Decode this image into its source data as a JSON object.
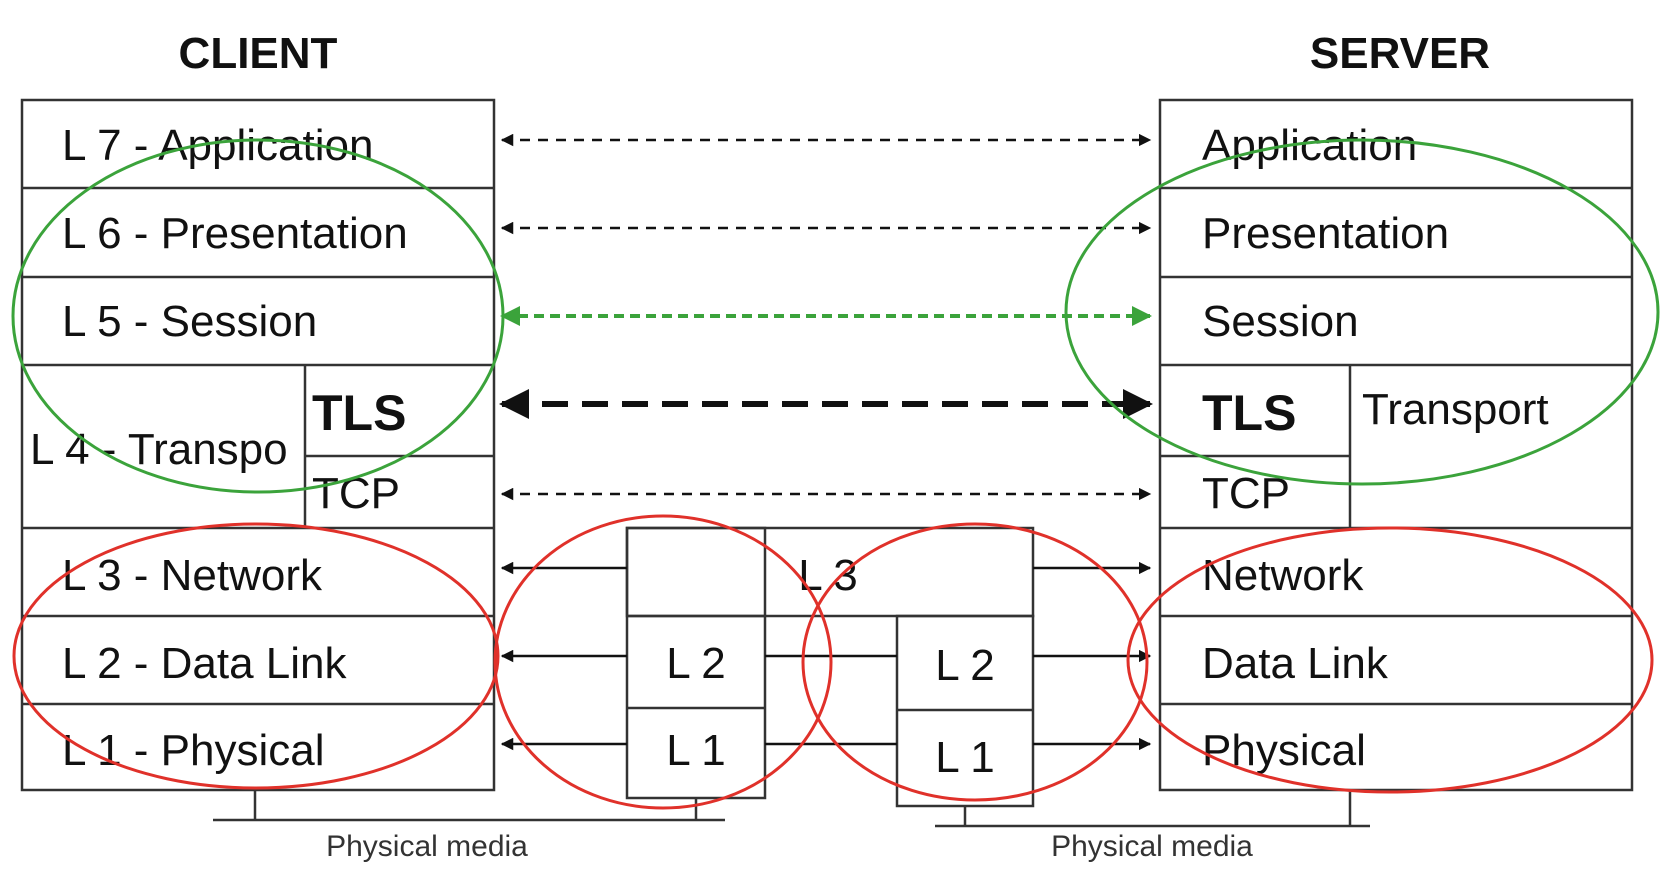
{
  "client": {
    "title": "CLIENT",
    "layers": {
      "l7": "L 7 - Application",
      "l6": "L 6 - Presentation",
      "l5": "L 5 - Session",
      "l4": "L 4 - Transpo",
      "tls": "TLS",
      "tcp": "TCP",
      "l3": "L 3 - Network",
      "l2": "L 2 - Data Link",
      "l1": "L 1 - Physical"
    }
  },
  "server": {
    "title": "SERVER",
    "layers": {
      "application": "Application",
      "presentation": "Presentation",
      "session": "Session",
      "tls": "TLS",
      "transport": "Transport",
      "tcp": "TCP",
      "network": "Network",
      "datalink": "Data Link",
      "physical": "Physical"
    }
  },
  "routers": {
    "l3": "L 3",
    "router1": {
      "l2": "L 2",
      "l1": "L 1"
    },
    "router2": {
      "l2": "L 2",
      "l1": "L 1"
    }
  },
  "media": {
    "left": "Physical media",
    "right": "Physical media"
  },
  "colors": {
    "line": "#333333",
    "green": "#3ba33b",
    "red": "#e0312a",
    "dashed_arrow": "#111111"
  }
}
